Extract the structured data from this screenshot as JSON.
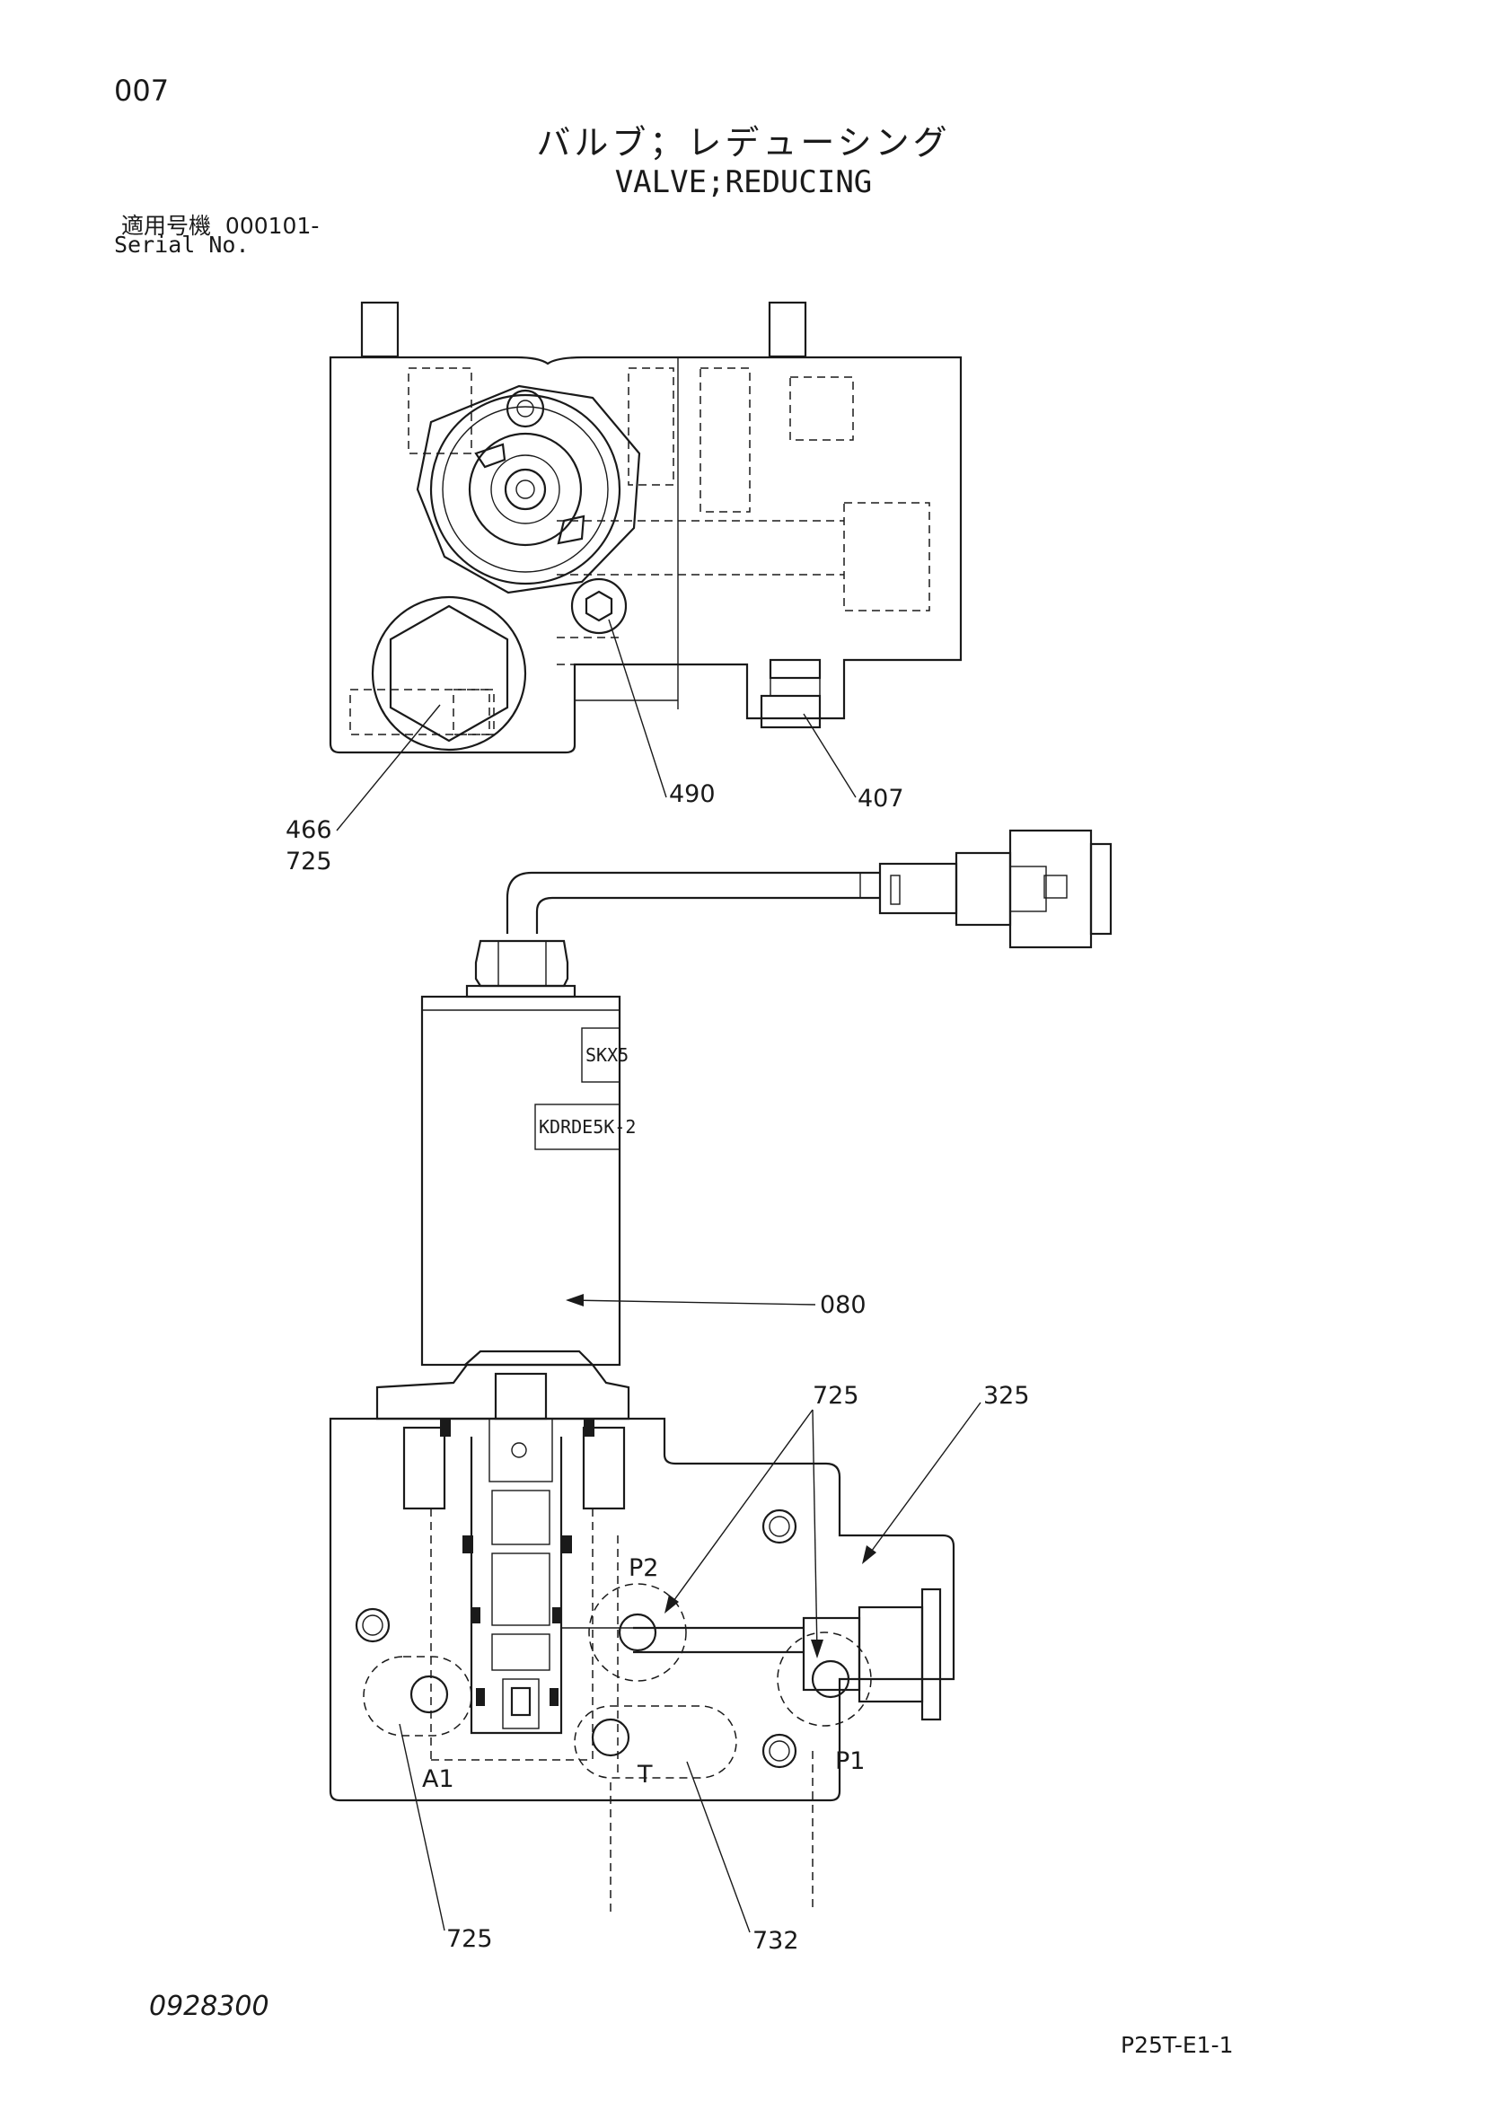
{
  "header": {
    "page_number": "007",
    "title_jp": "バルブ；レデューシング",
    "title_en": "VALVE;REDUCING",
    "serial_label_jp": "適用号機",
    "serial_value": "000101-",
    "serial_label_en": "Serial No."
  },
  "callouts": {
    "top_view": [
      "466",
      "725",
      "490",
      "407"
    ],
    "solenoid": [
      "080"
    ],
    "bottom_view": [
      "725",
      "325",
      "725",
      "732"
    ]
  },
  "ports": [
    "P2",
    "A1",
    "T",
    "P1"
  ],
  "solenoid_tags": [
    "SKX5",
    "KDRDE5K-2"
  ],
  "footer": {
    "doc_code": "0928300",
    "sheet_ref": "P25T-E1-1"
  }
}
